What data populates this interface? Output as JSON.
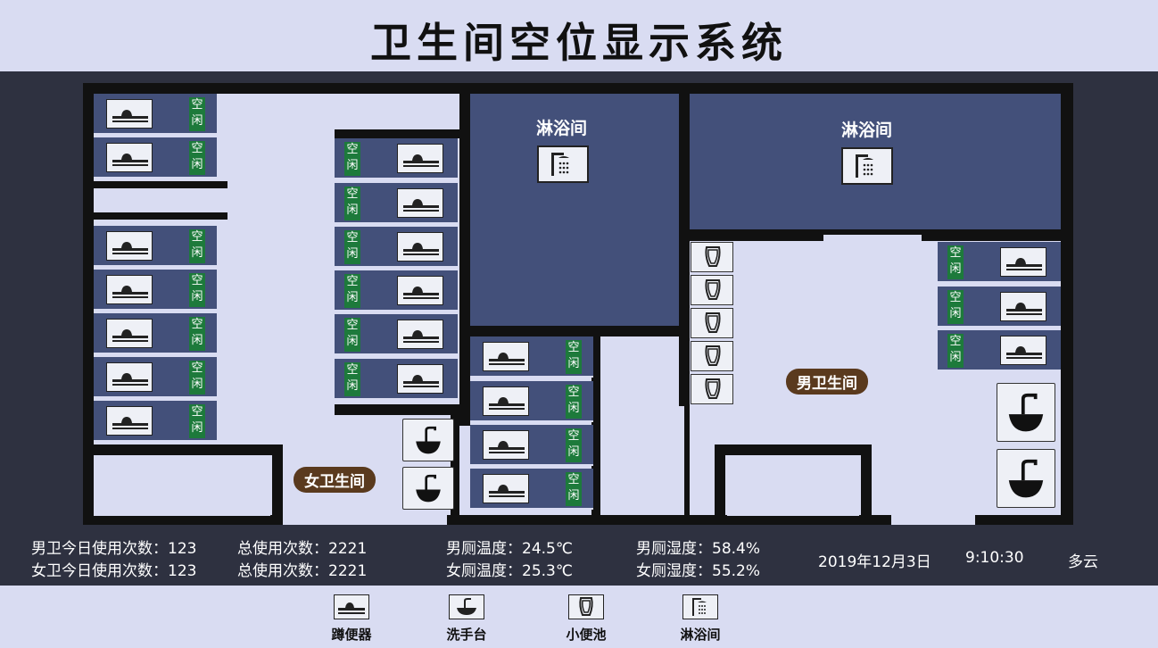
{
  "title": "卫生间空位显示系统",
  "status_free": "空闲",
  "labels": {
    "women_area": "女卫生间",
    "men_area": "男卫生间",
    "shower_left": "淋浴间",
    "shower_right": "淋浴间"
  },
  "icons": {
    "squat_toilet": "squat-toilet-icon",
    "washbasin": "washbasin-icon",
    "urinal": "urinal-icon",
    "shower": "shower-icon"
  },
  "stats": {
    "men_today": "男卫今日使用次数：123",
    "men_total": "总使用次数：2221",
    "women_today": "女卫今日使用次数：123",
    "women_total": "总使用次数：2221",
    "men_temp": "男厕温度：24.5℃",
    "women_temp": "女厕温度：25.3℃",
    "men_humidity": "男厕湿度：58.4%",
    "women_humidity": "女厕湿度：55.2%",
    "date": "2019年12月3日",
    "time": "9:10:30",
    "weather": "多云"
  },
  "legend": [
    "蹲便器",
    "洗手台",
    "小便池",
    "淋浴间"
  ],
  "colors": {
    "free": "#1d7a3b",
    "stall": "#43507a",
    "floor": "#d9dcf2",
    "wall": "#111111",
    "area_label": "#5a3a1e"
  }
}
